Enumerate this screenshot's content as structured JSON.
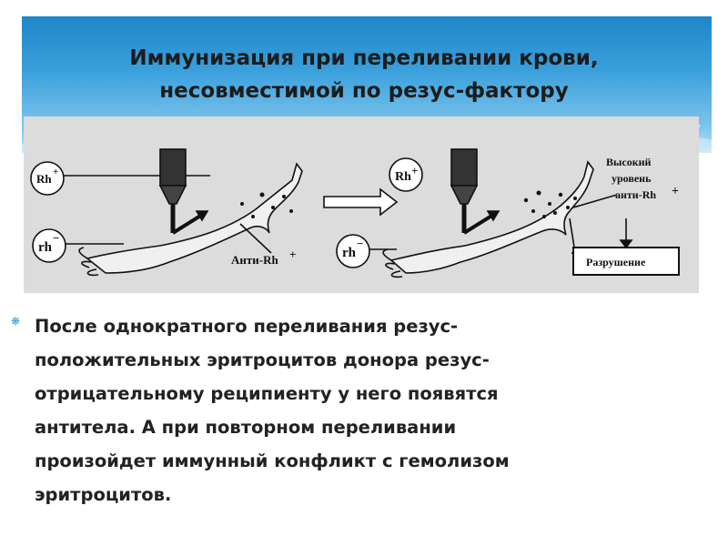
{
  "slide": {
    "title_line1": "Иммунизация при переливании крови,",
    "title_line2": "несовместимой по резус-фактору",
    "bullet_glyph": "❋",
    "body_lines": [
      "После однократного переливания резус-",
      "положительных эритроцитов донора резус-",
      "отрицательному реципиенту у него  появятся",
      "антитела. А при повторном переливании",
      "произойдет иммунный конфликт с гемолизом",
      "эритроцитов."
    ]
  },
  "figure": {
    "left_panel": {
      "rh_positive": "Rh",
      "rh_positive_sign": "+",
      "rh_negative": "rh",
      "rh_negative_sign": "−",
      "antibody_label": "Анти-Rh",
      "antibody_sign": "+"
    },
    "right_panel": {
      "rh_positive": "Rh",
      "rh_positive_sign": "+",
      "rh_negative": "rh",
      "rh_negative_sign": "−",
      "high_level_line1": "Высокий",
      "high_level_line2": "уровень",
      "high_level_line3": "анти-Rh",
      "high_level_sign": "+",
      "destruction_label": "Разрушение"
    }
  },
  "colors": {
    "header_top": "#1f86c8",
    "header_bottom": "#b6e0f6",
    "figure_bg": "#dcdcdc",
    "bullet": "#2aa0d8"
  }
}
